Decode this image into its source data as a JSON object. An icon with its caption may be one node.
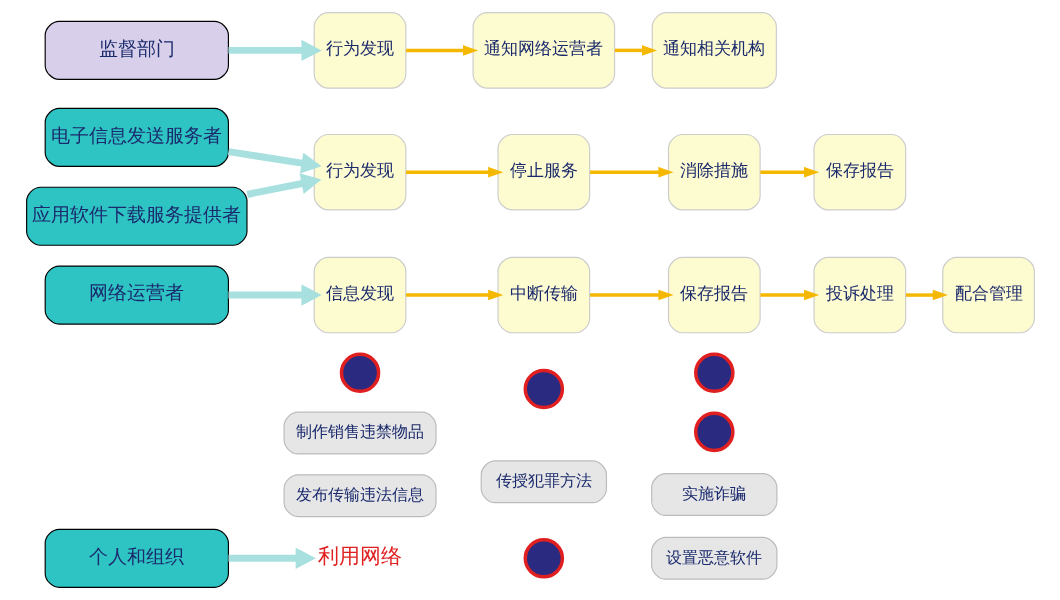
{
  "diagram": {
    "nodes": [
      {
        "text": [
          "个人和组织"
        ]
      },
      {
        "text": [
          "利用网络"
        ]
      },
      {
        "text": [
          "发布传输违法信息"
        ]
      },
      {
        "text": [
          "制作销售违禁物品"
        ]
      },
      {
        "text": [
          "传授犯罪方法"
        ]
      },
      {
        "text": [
          "设置恶意软件"
        ]
      },
      {
        "text": [
          "实施诈骗"
        ]
      },
      {
        "text": [],
        "shape": "circle"
      },
      {
        "text": [],
        "shape": "circle"
      },
      {
        "text": [],
        "shape": "circle"
      },
      {
        "text": [],
        "shape": "circle"
      },
      {
        "text": [],
        "shape": "circle"
      },
      {
        "text": [
          "网络运营者"
        ]
      },
      {
        "text": [
          "信息发现"
        ]
      },
      {
        "text": [
          "中断传输"
        ]
      },
      {
        "text": [
          "保存报告"
        ]
      },
      {
        "text": [
          "投诉处理"
        ]
      },
      {
        "text": [
          "配合管理"
        ]
      },
      {
        "text": [
          "电子信息发送服务者"
        ]
      },
      {
        "text": [
          "应用软件下载服务提供者"
        ]
      },
      {
        "text": [
          "行为发现"
        ]
      },
      {
        "text": [
          "停止服务"
        ]
      },
      {
        "text": [
          "消除措施"
        ]
      },
      {
        "text": [
          "保存报告"
        ]
      },
      {
        "text": [
          "监督部门"
        ]
      },
      {
        "text": [
          "行为发现"
        ]
      },
      {
        "text": [
          "通知网络运营者"
        ]
      },
      {
        "text": [
          "通知相关机构"
        ]
      }
    ],
    "edges": [
      {
        "from": 0,
        "to": 1,
        "arrow": "to",
        "style": "thick",
        "color": "#a8e0e0"
      },
      {
        "from": 12,
        "to": 13,
        "arrow": "to",
        "style": "thick",
        "color": "#a8e0e0"
      },
      {
        "from": 13,
        "to": 14,
        "arrow": "to"
      },
      {
        "from": 14,
        "to": 15,
        "arrow": "to"
      },
      {
        "from": 15,
        "to": 16,
        "arrow": "to"
      },
      {
        "from": 16,
        "to": 17,
        "arrow": "to"
      },
      {
        "from": 18,
        "to": 20,
        "arrow": "to",
        "style": "thick",
        "color": "#a8e0e0"
      },
      {
        "from": 19,
        "to": 20,
        "arrow": "to",
        "style": "thick",
        "color": "#a8e0e0"
      },
      {
        "from": 20,
        "to": 21,
        "arrow": "to"
      },
      {
        "from": 21,
        "to": 22,
        "arrow": "to"
      },
      {
        "from": 22,
        "to": 23,
        "arrow": "to"
      },
      {
        "from": 24,
        "to": 25,
        "arrow": "to",
        "style": "thick",
        "color": "#a8e0e0"
      },
      {
        "from": 25,
        "to": 26,
        "arrow": "to"
      },
      {
        "from": 26,
        "to": 27,
        "arrow": "to"
      }
    ]
  }
}
